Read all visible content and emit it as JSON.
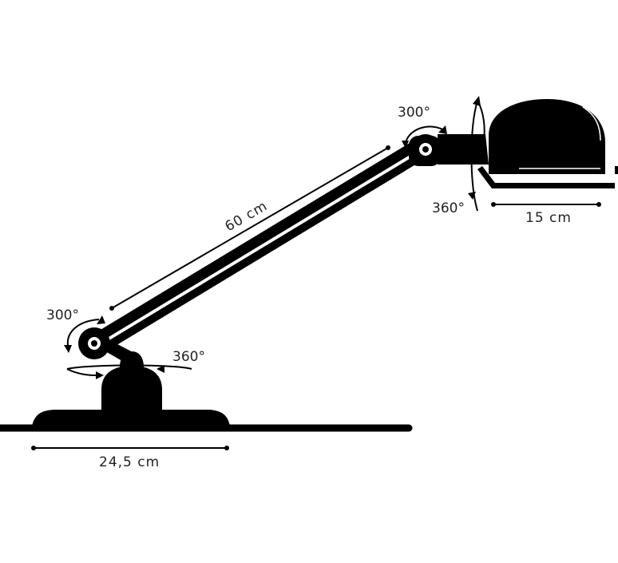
{
  "colors": {
    "ink": "#000000",
    "text": "#222222",
    "background": "#ffffff"
  },
  "dimensions": {
    "arm_length": "60 cm",
    "shade_width": "15 cm",
    "base_width": "24,5 cm"
  },
  "rotations": {
    "head_pivot": "300°",
    "head_swivel": "360°",
    "base_pivot": "300°",
    "base_swivel": "360°"
  }
}
